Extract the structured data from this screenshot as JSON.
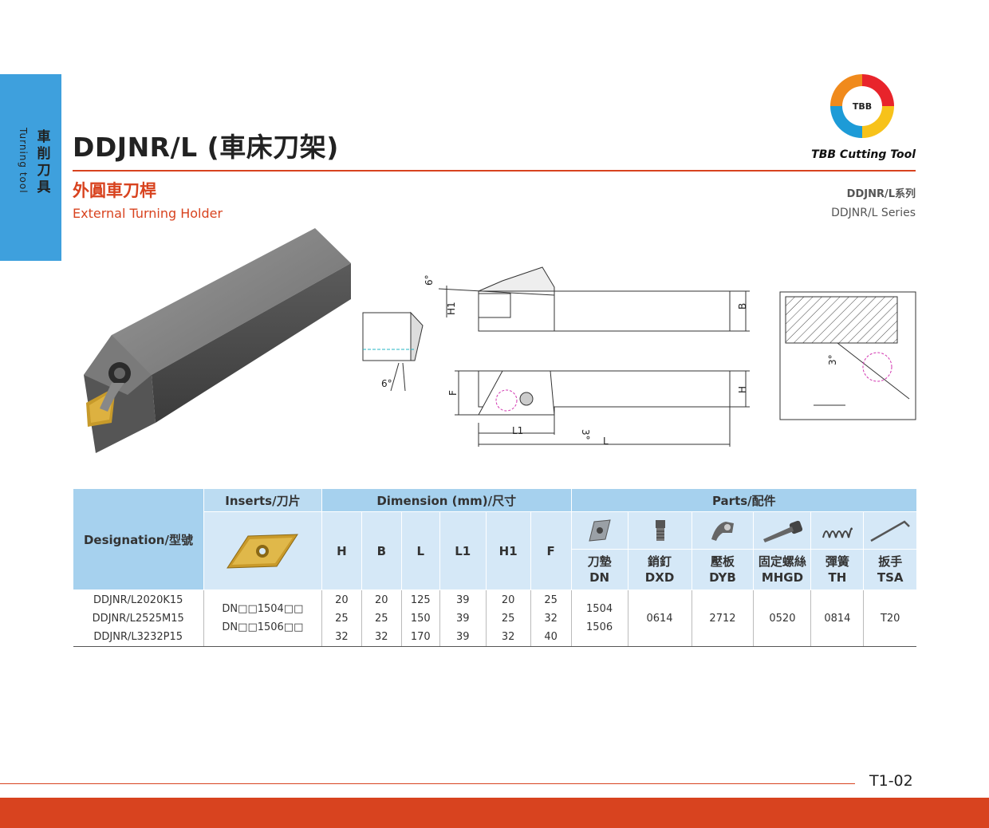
{
  "side_tab": {
    "zh": "車削刀具",
    "en": "Turning tool"
  },
  "title": "DDJNR/L (車床刀架)",
  "brand": {
    "logo_text": "TBB",
    "name": "TBB Cutting Tool"
  },
  "subtitle": {
    "zh": "外圓車刀桿",
    "en": "External Turning Holder"
  },
  "series": {
    "zh": "DDJNR/L系列",
    "en": "DDJNR/L Series"
  },
  "drawing_labels": {
    "angle_6_top": "6°",
    "h1": "H1",
    "b": "B",
    "angle_6_side": "6°",
    "f": "F",
    "l1": "L1",
    "angle_3": "3°",
    "l": "L",
    "h": "H",
    "angle_3_detail": "3°"
  },
  "table": {
    "designation_header": "Designation/型號",
    "inserts_header": "Inserts/刀片",
    "dimension_header": "Dimension (mm)/尺寸",
    "parts_header": "Parts/配件",
    "dim_cols": [
      "H",
      "B",
      "L",
      "L1",
      "H1",
      "F"
    ],
    "parts_cols": [
      {
        "zh": "刀墊",
        "code": "DN",
        "icon": "insert-seat-icon"
      },
      {
        "zh": "銷釘",
        "code": "DXD",
        "icon": "pin-screw-icon"
      },
      {
        "zh": "壓板",
        "code": "DYB",
        "icon": "clamp-icon"
      },
      {
        "zh": "固定螺絲",
        "code": "MHGD",
        "icon": "hex-screw-icon"
      },
      {
        "zh": "彈簧",
        "code": "TH",
        "icon": "spring-icon"
      },
      {
        "zh": "扳手",
        "code": "TSA",
        "icon": "wrench-icon"
      }
    ],
    "designations": [
      "DDJNR/L2020K15",
      "DDJNR/L2525M15",
      "DDJNR/L3232P15"
    ],
    "inserts": [
      "DN□□1504□□",
      "DN□□1506□□"
    ],
    "dims": {
      "H": [
        "20",
        "25",
        "32"
      ],
      "B": [
        "20",
        "25",
        "32"
      ],
      "L": [
        "125",
        "150",
        "170"
      ],
      "L1": [
        "39",
        "39",
        "39"
      ],
      "H1": [
        "20",
        "25",
        "32"
      ],
      "F": [
        "25",
        "32",
        "40"
      ]
    },
    "parts_values": {
      "DN": [
        "1504",
        "1506"
      ],
      "DXD": "0614",
      "DYB": "2712",
      "MHGD": "0520",
      "TH": "0814",
      "TSA": "T20"
    }
  },
  "page_number": "T1-02",
  "colors": {
    "accent": "#d8431f",
    "tab": "#3ea0dd",
    "table_header": "#a6d1ee",
    "table_subheader": "#d5e8f7"
  }
}
